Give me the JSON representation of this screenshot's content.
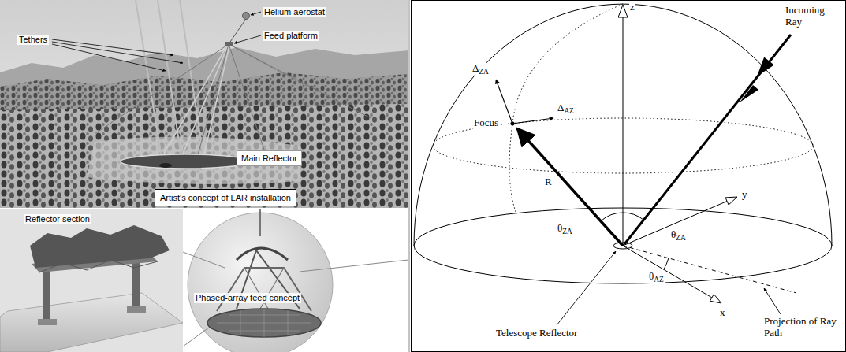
{
  "diagram": {
    "nodes": [
      {
        "text": [
          "Main Reflector"
        ]
      },
      {
        "text": [
          "Artist's concept of LAR installation"
        ]
      }
    ],
    "labels": [
      "Helium aerostat",
      "Tethers",
      "Feed platform",
      "Reflector section",
      "Phased-array feed concept",
      "z",
      "Incoming Ray",
      "ΔZA",
      "ΔAZ",
      "Focus",
      "R",
      "θZA",
      "θZA",
      "y",
      "θAZ",
      "x",
      "Telescope Reflector",
      "Projection of Ray Path"
    ]
  }
}
